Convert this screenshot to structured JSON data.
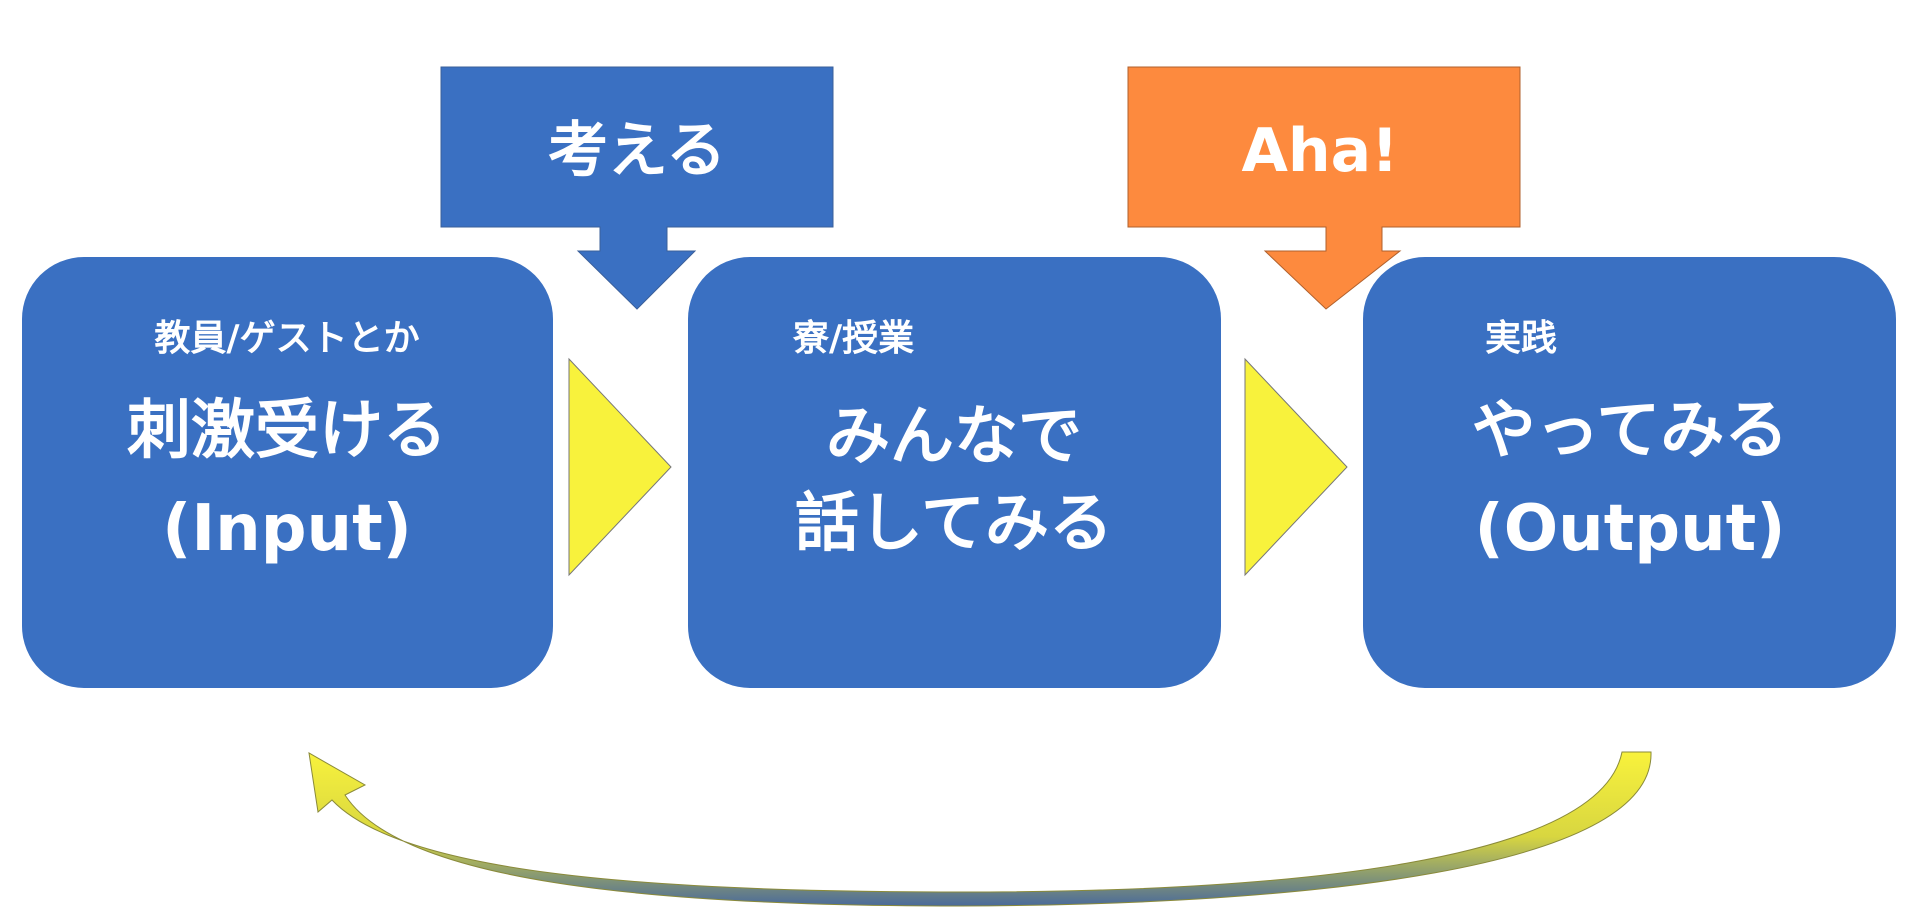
{
  "colors": {
    "box_blue": "#3a70c2",
    "callout_orange": "#fd8a3e",
    "arrow_yellow": "#f8f23c"
  },
  "callouts": {
    "think": {
      "label": "考える"
    },
    "aha": {
      "label": "Aha!"
    }
  },
  "steps": [
    {
      "subtitle": "教員/ゲストとか",
      "line1": "刺激受ける",
      "line2": "(Input)"
    },
    {
      "subtitle": "寮/授業",
      "line1": "みんなで",
      "line2": "話してみる"
    },
    {
      "subtitle": "実践",
      "line1": "やってみる",
      "line2": "(Output)"
    }
  ]
}
